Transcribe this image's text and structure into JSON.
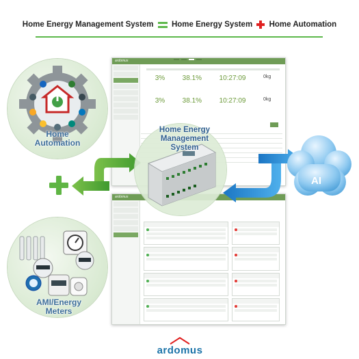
{
  "title": {
    "part1": "Home Energy Management System",
    "part2": "Home Energy System",
    "part3": "Home Automation"
  },
  "nodes": {
    "hems": "Home Energy Management System",
    "home_automation": "Home Automation",
    "ami": "AMI/Energy Meters",
    "ai": "AI"
  },
  "dashboard_top": {
    "row1": [
      "3%",
      "38.1%",
      "10:27:09",
      "0kg"
    ],
    "row2": [
      "3%",
      "38.1%",
      "10:27:09",
      "0kg"
    ]
  },
  "brand": "ardomus",
  "colors": {
    "accent_green": "#5cb84a",
    "plus_red": "#e02020",
    "label_blue": "#3d6e9a",
    "arrow_blue": "#1e88d0"
  }
}
